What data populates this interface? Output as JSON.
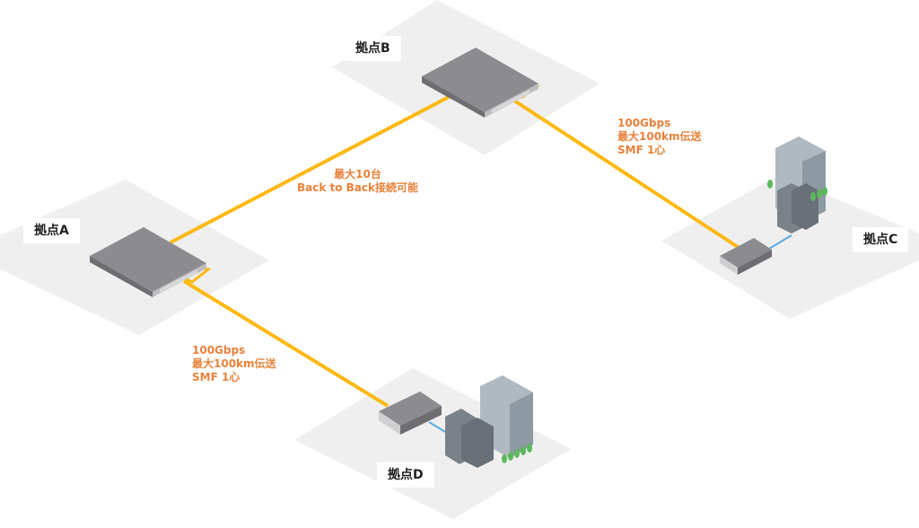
{
  "sites": {
    "a": "拠点A",
    "b": "拠点B",
    "c": "拠点C",
    "d": "拠点D"
  },
  "notes": {
    "backbone": [
      "最大10台",
      "Back to Back接続可能"
    ],
    "link_bc": [
      "100Gbps",
      "最大100km伝送",
      "SMF 1心"
    ],
    "link_ad": [
      "100Gbps",
      "最大100km伝送",
      "SMF 1心"
    ]
  },
  "colors": {
    "fiber": "#fdb913",
    "note_text": "#e8823a",
    "platform": "#efefef",
    "device": "#8c8c90",
    "lan_link": "#5aaadf",
    "building": "#aeb9c2",
    "server": "#7b8189",
    "tree": "#5cb85c"
  },
  "icons": [
    "switch-device-icon",
    "media-converter-icon",
    "server-rack-icon",
    "office-building-icon",
    "tree-icon"
  ]
}
